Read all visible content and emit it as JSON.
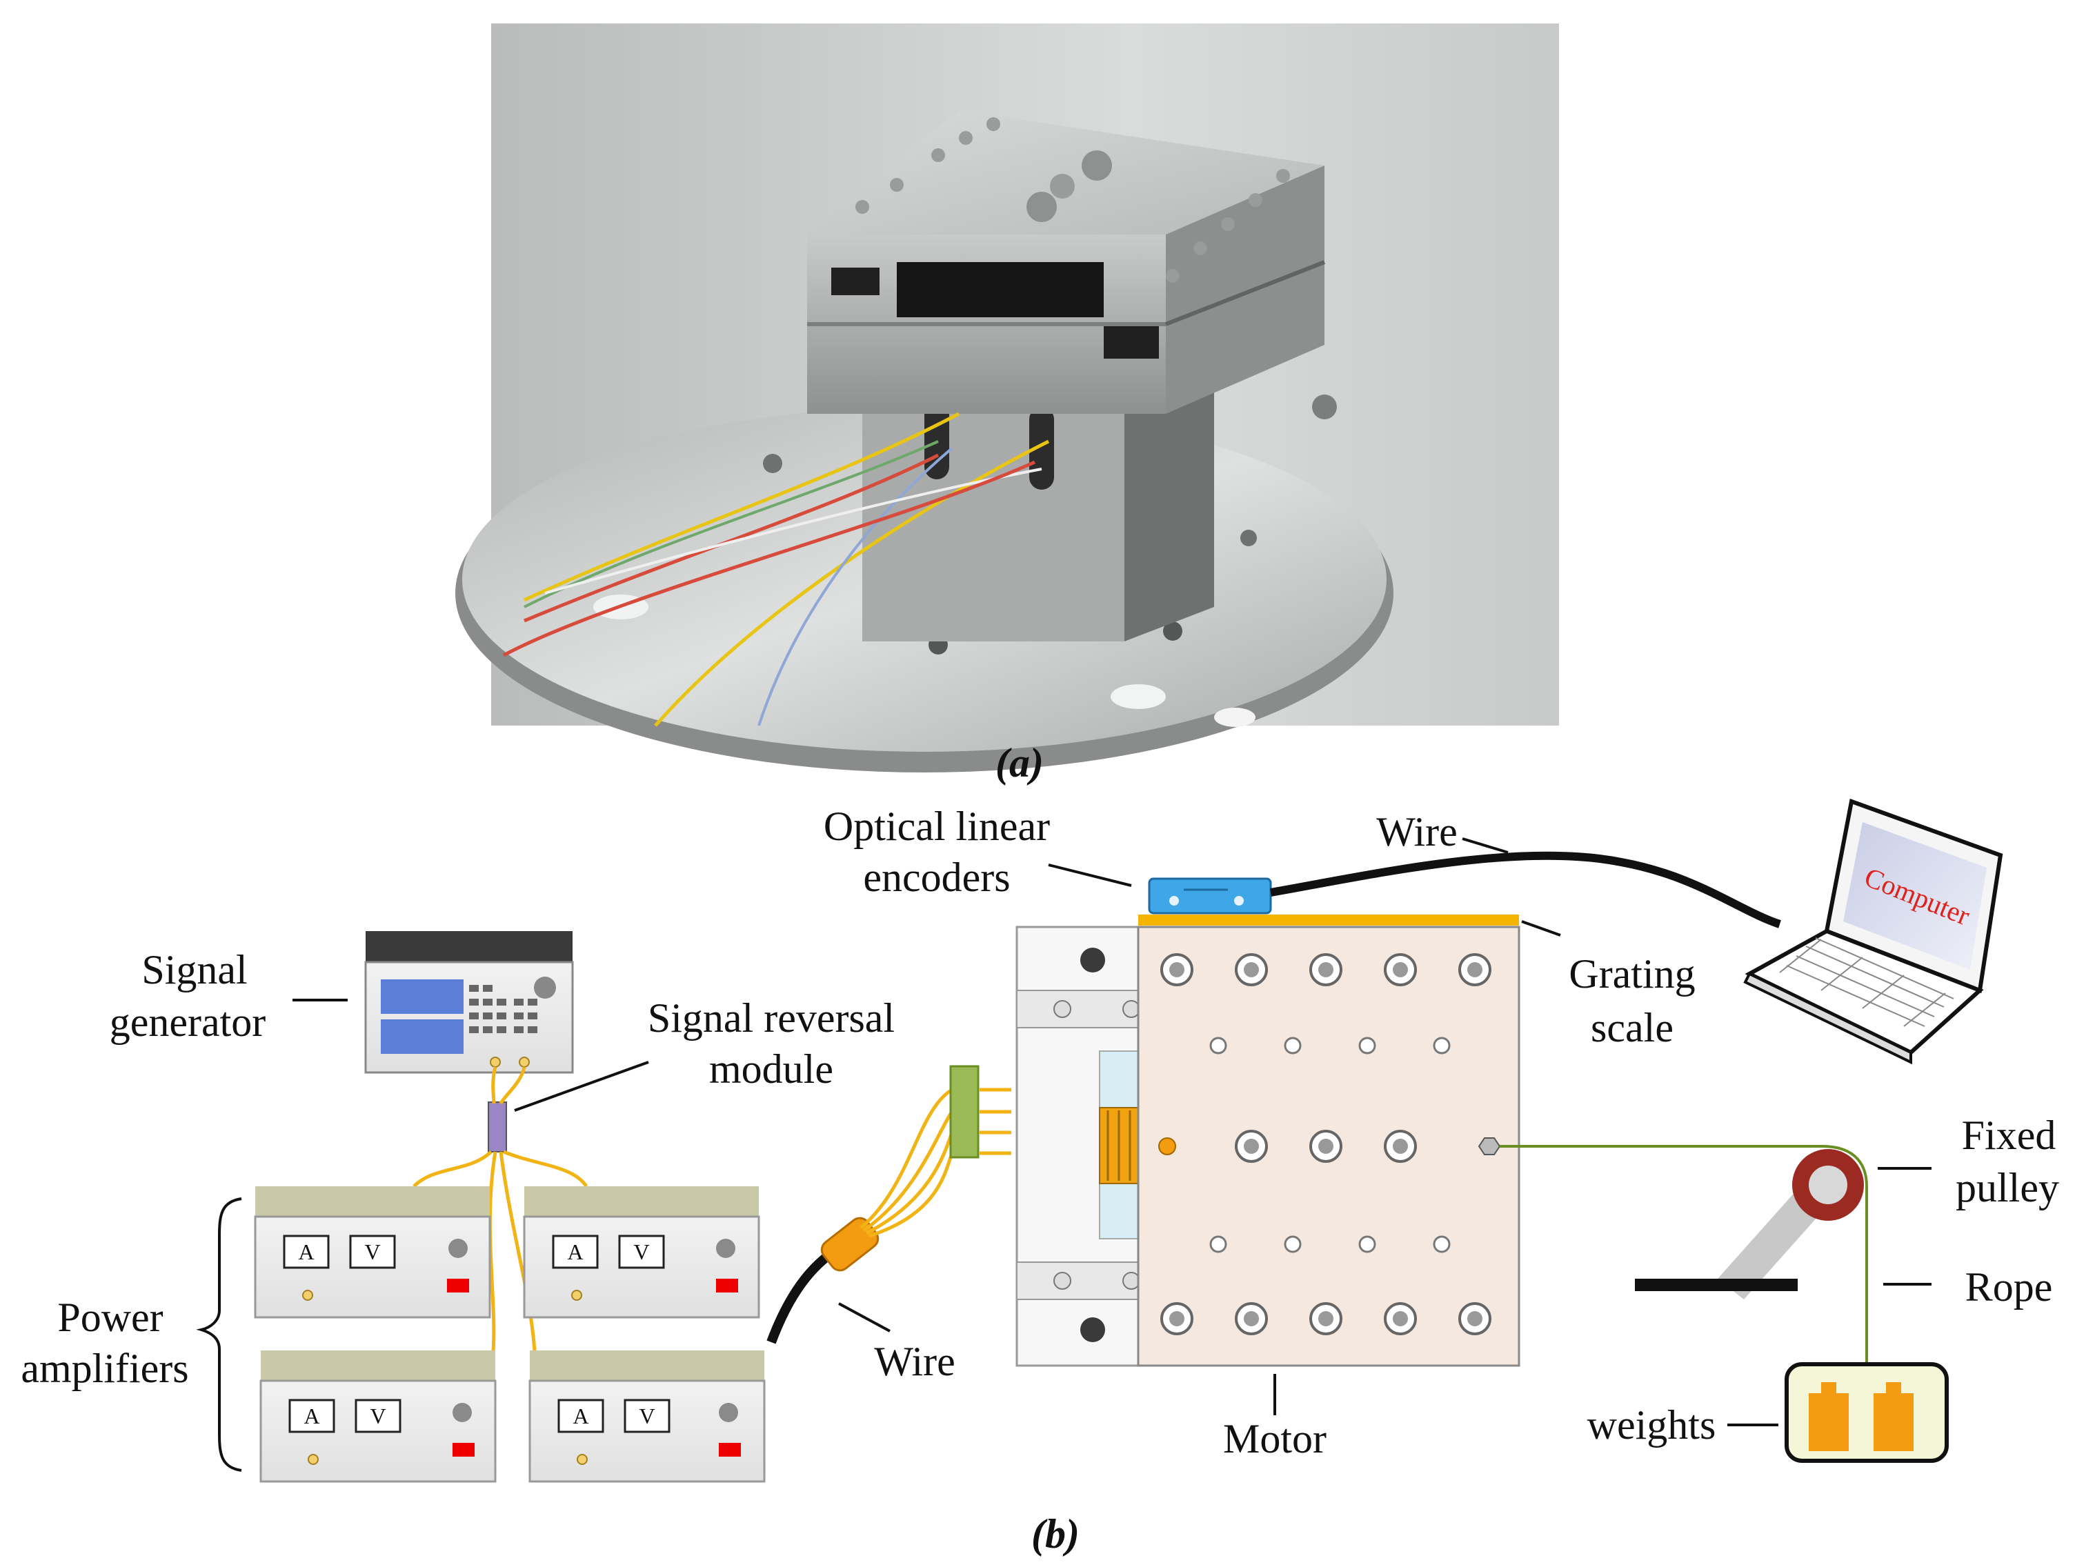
{
  "figure": {
    "panel_a_caption": "(a)",
    "panel_b_caption": "(b)"
  },
  "labels": {
    "signal_generator": [
      "Signal",
      "generator"
    ],
    "signal_reversal_module": [
      "Signal reversal",
      "module"
    ],
    "power_amplifiers": [
      "Power",
      "amplifiers"
    ],
    "wire_left": "Wire",
    "optical_linear_encoders": [
      "Optical linear",
      "encoders"
    ],
    "wire_top": "Wire",
    "grating_scale": [
      "Grating",
      "scale"
    ],
    "motor": "Motor",
    "fixed_pulley": [
      "Fixed",
      "pulley"
    ],
    "rope": "Rope",
    "weights": "weights",
    "computer": "Computer"
  },
  "amplifier_panel": {
    "meter_a": "A",
    "meter_v": "V"
  },
  "colors": {
    "wire_yellow": "#f2b415",
    "encoder_blue": "#3fa6e8",
    "grating_orange": "#f5b400",
    "motor_plate": "#f4e8df",
    "rope_green": "#6b8e23",
    "pulley_red": "#9b2a22",
    "weight_orange": "#f39c12",
    "connector_green": "#9bbb59",
    "module_purple": "#9a86c4",
    "computer_text": "#e0201b"
  }
}
